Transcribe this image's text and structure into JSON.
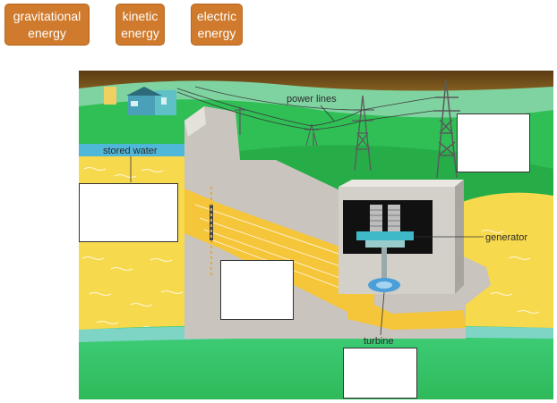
{
  "answer_tiles": [
    {
      "line1": "gravitational",
      "line2": "energy"
    },
    {
      "line1": "kinetic",
      "line2": "energy"
    },
    {
      "line1": "electric",
      "line2": "energy"
    }
  ],
  "diagram": {
    "labels": {
      "power_lines": "power lines",
      "stored_water": "stored water",
      "generator": "generator",
      "turbine": "turbine"
    }
  },
  "colors": {
    "tile": "#cf7a2c",
    "water": "#f7d94e",
    "dam": "#c9c4bd",
    "grass": "#2fbf55"
  }
}
